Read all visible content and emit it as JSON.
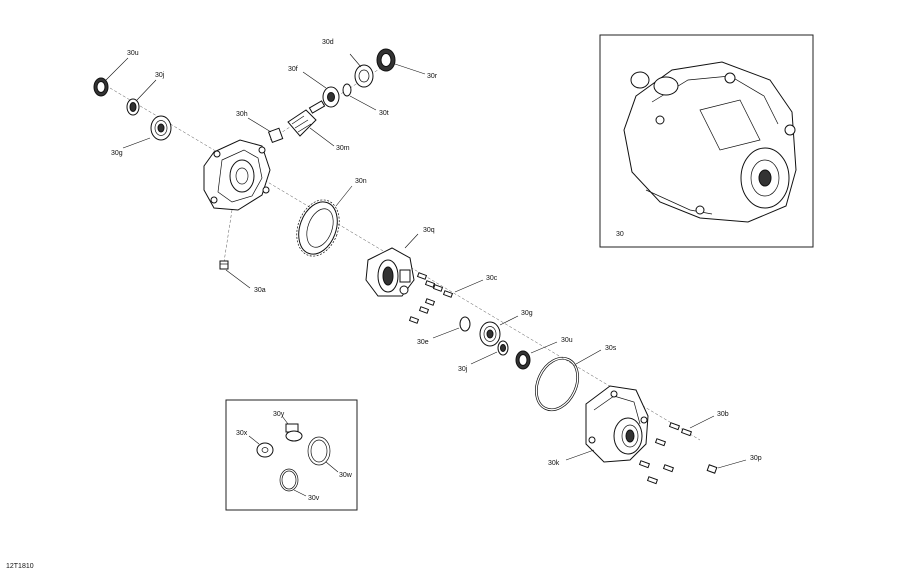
{
  "diagram_code": "12T1810",
  "labels": {
    "l30u_top": "30u",
    "l30j_top": "30j",
    "l30g_top": "30g",
    "l30h": "30h",
    "l30a": "30a",
    "l30d": "30d",
    "l30f": "30f",
    "l30r": "30r",
    "l30t": "30t",
    "l30m": "30m",
    "l30n": "30n",
    "l30q": "30q",
    "l30c": "30c",
    "l30g_mid": "30g",
    "l30e": "30e",
    "l30u_mid": "30u",
    "l30j_mid": "30j",
    "l30s": "30s",
    "l30b": "30b",
    "l30k": "30k",
    "l30p": "30p",
    "l30_inset": "30",
    "l30y": "30y",
    "l30x": "30x",
    "l30w": "30w",
    "l30v": "30v"
  }
}
